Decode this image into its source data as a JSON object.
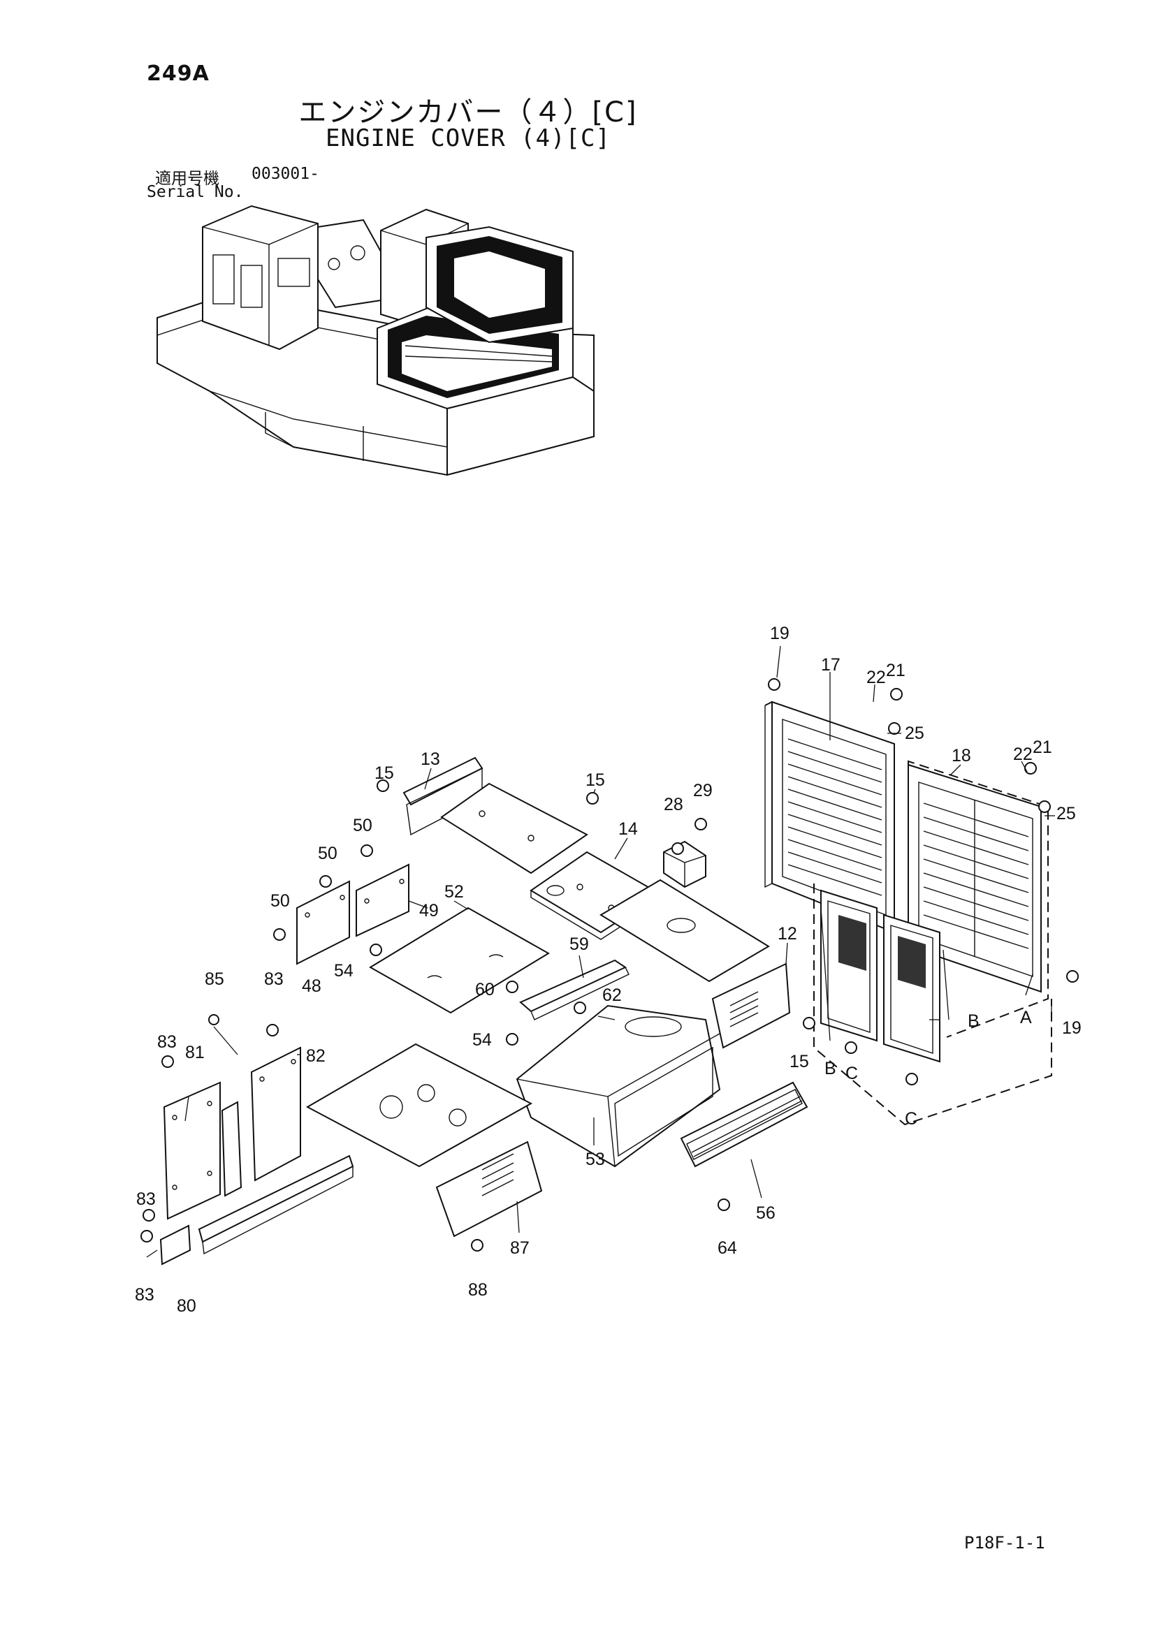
{
  "header": {
    "page_number": "249A",
    "title_jp": "エンジンカバー（４）[C]",
    "title_en": "ENGINE COVER (4)[C]",
    "serial_label_jp": "適用号機",
    "serial_value": "003001-",
    "serial_label_en": "Serial No."
  },
  "callouts": {
    "c19a": "19",
    "c17": "17",
    "c22a": "22",
    "c21a": "21",
    "c25a": "25",
    "c18": "18",
    "c22b": "22",
    "c21b": "21",
    "c25b": "25",
    "c15a": "15",
    "c13": "13",
    "c15b": "15",
    "c28": "28",
    "c29": "29",
    "c14": "14",
    "c50a": "50",
    "c50b": "50",
    "c50c": "50",
    "c49": "49",
    "c52": "52",
    "c48": "48",
    "c54a": "54",
    "c12": "12",
    "c59": "59",
    "c60": "60",
    "c62": "62",
    "c85": "85",
    "c83a": "83",
    "c83b": "83",
    "c83c": "83",
    "c83d": "83",
    "c81": "81",
    "c82": "82",
    "c54b": "54",
    "c15c": "15",
    "c19b": "19",
    "cBa": "B",
    "cBb": "B",
    "cA": "A",
    "cCa": "C",
    "cCb": "C",
    "c53": "53",
    "c56": "56",
    "c64": "64",
    "c87": "87",
    "c88": "88",
    "c80": "80"
  },
  "footer": {
    "page_code": "P18F-1-1"
  }
}
